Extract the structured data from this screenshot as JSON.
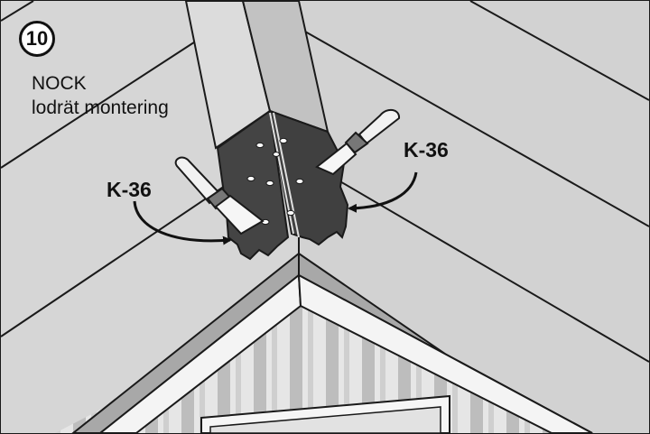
{
  "step": {
    "number": "10"
  },
  "title": {
    "line1": "NOCK",
    "line2": "lodrät montering"
  },
  "labels": {
    "left": "K-36",
    "right": "K-36"
  },
  "colors": {
    "roof": "#d6d6d6",
    "outline": "#1a1a1a",
    "sealant": "#444444",
    "wall_light": "#e6e6e6",
    "wall_dark": "#b5b5b5",
    "fascia": "#a8a8a8",
    "trim": "#f4f4f4"
  },
  "icons": {
    "left_tool": "putty-knife-icon",
    "right_tool": "putty-knife-icon",
    "arrows": "curved-arrow-icon"
  }
}
